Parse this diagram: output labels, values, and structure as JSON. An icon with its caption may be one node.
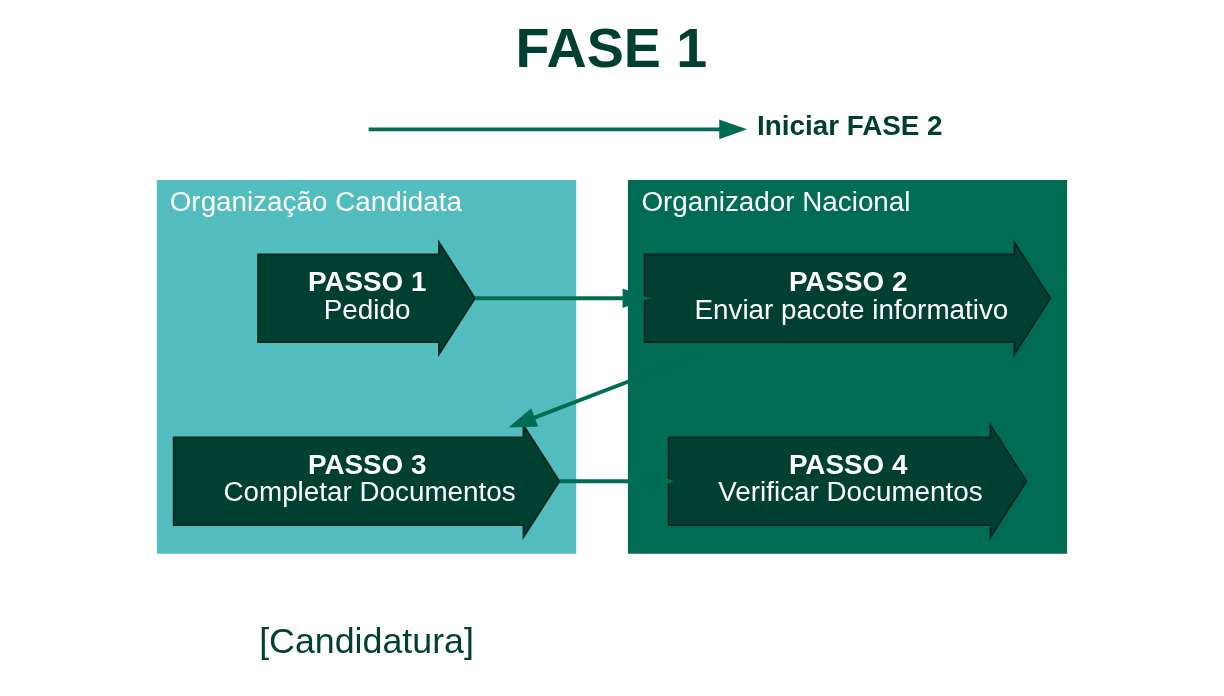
{
  "diagram": {
    "title": "FASE 1",
    "nodes": [
      {
        "text": [
          "Organização Candidata"
        ]
      },
      {
        "text": [
          "PASSO 1",
          "Pedido"
        ],
        "in": 0
      },
      {
        "text": [
          "PASSO 3",
          "Completar Documentos"
        ],
        "in": 0
      },
      {
        "text": [
          "Organizador Nacional"
        ]
      },
      {
        "text": [
          "PASSO 2",
          "Enviar pacote informativo"
        ],
        "in": 3
      },
      {
        "text": [
          "PASSO 4",
          "Verificar Documentos"
        ],
        "in": 3
      },
      {
        "text": [
          "Iniciar FASE 2"
        ]
      }
    ],
    "edges": [
      {
        "from": 1,
        "to": 4,
        "arrow": "to"
      },
      {
        "from": 4,
        "to": 2,
        "arrow": "to"
      },
      {
        "from": 2,
        "to": 5,
        "arrow": "to"
      },
      {
        "from": null,
        "to": 6,
        "arrow": "to"
      }
    ],
    "labels": [
      "[Candidatura]"
    ]
  }
}
